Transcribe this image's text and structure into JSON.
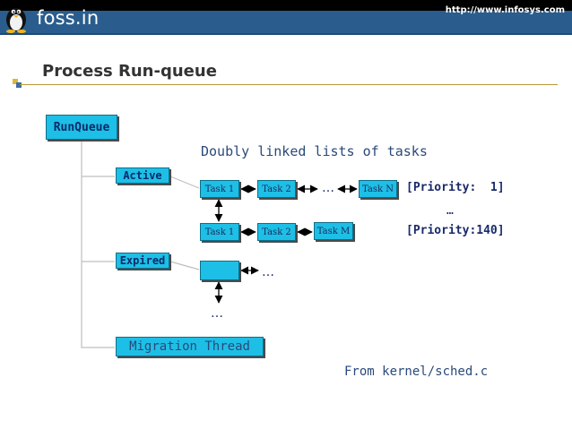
{
  "header": {
    "brand": "foss.in",
    "url": "http://www.infosys.com",
    "logo_icon": "tux-penguin-icon"
  },
  "slide": {
    "title": "Process Run-queue"
  },
  "diagram": {
    "root": "RunQueue",
    "branches": {
      "active": "Active",
      "expired": "Expired",
      "migration": "Migration Thread"
    },
    "caption": "Doubly linked lists of tasks",
    "active_row1": [
      "Task 1",
      "Task 2",
      "Task N"
    ],
    "active_row2": [
      "Task 1",
      "Task 2",
      "Task M"
    ],
    "ellipsis": "…",
    "priority_top": "[Priority:  1]",
    "priority_bottom": "[Priority:140]",
    "priority_dots": "…",
    "source": "From kernel/sched.c"
  },
  "colors": {
    "header_bg": "#2a5d8e",
    "box_fill": "#1ebfe6",
    "title_rule": "#b79a3a"
  }
}
